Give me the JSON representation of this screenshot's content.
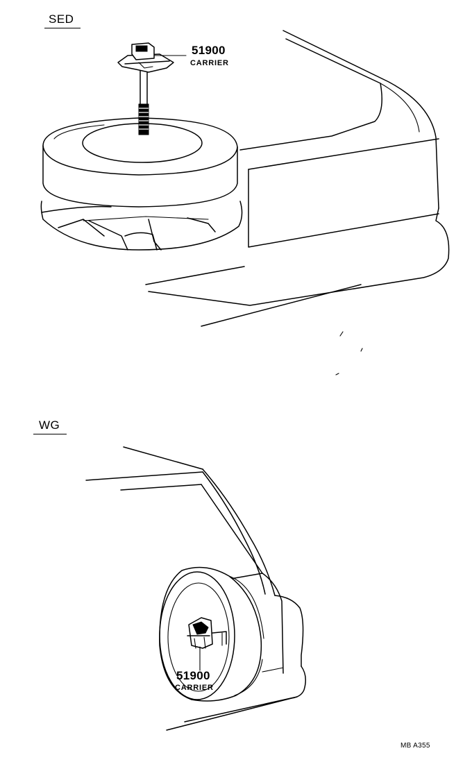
{
  "sections": [
    {
      "id": "sed",
      "label": "SED",
      "part": {
        "number": "51900",
        "name": "CARRIER"
      }
    },
    {
      "id": "wg",
      "label": "WG",
      "part": {
        "number": "51900",
        "name": "CARRIER"
      }
    }
  ],
  "figure_code": "MB A355"
}
